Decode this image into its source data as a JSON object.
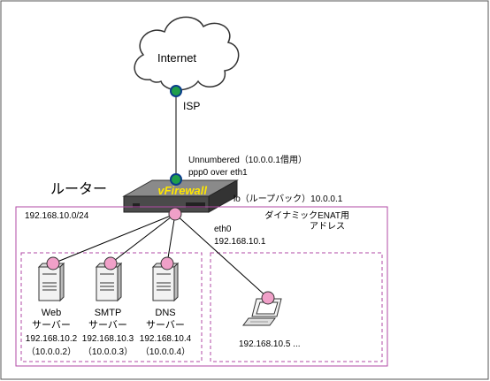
{
  "internet": {
    "label": "Internet"
  },
  "isp": {
    "label": "ISP"
  },
  "uplink": {
    "line1": "Unnumbered（10.0.0.1借用）",
    "line2": "ppp0 over eth1"
  },
  "router": {
    "title": "ルーター",
    "brand": "vFirewall",
    "lo": "lo（ループバック）10.0.0.1"
  },
  "lan": {
    "subnet": "192.168.10.0/24",
    "enat_line1": "ダイナミックENAT用",
    "enat_line2": "アドレス",
    "eth0_label": "eth0",
    "eth0_ip": "192.168.10.1"
  },
  "servers": [
    {
      "name": "Web",
      "role": "サーバー",
      "ip": "192.168.10.2",
      "nat": "（10.0.0.2）"
    },
    {
      "name": "SMTP",
      "role": "サーバー",
      "ip": "192.168.10.3",
      "nat": "（10.0.0.3）"
    },
    {
      "name": "DNS",
      "role": "サーバー",
      "ip": "192.168.10.4",
      "nat": "（10.0.0.4）"
    }
  ],
  "client": {
    "ip": "192.168.10.5 ..."
  },
  "colors": {
    "lan_border": "#b24aa6",
    "node_pink": "#f0a0c8",
    "node_green": "#1e9e4a",
    "router_body": "#4a4a4a",
    "brand_text": "#ffe600"
  }
}
